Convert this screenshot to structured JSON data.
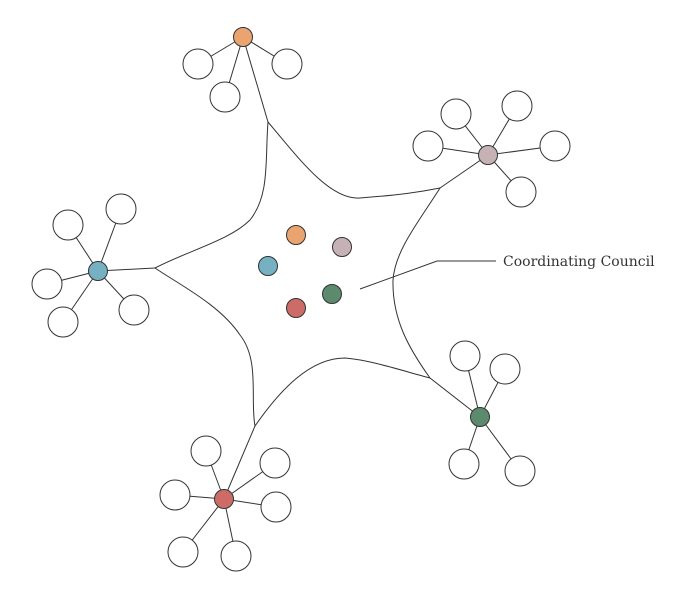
{
  "diagram": {
    "label": "Coordinating Council",
    "colors": {
      "stroke": "#333333",
      "outer_node_fill": "#ffffff",
      "orange": "#e9a46f",
      "mauve": "#c6b2b4",
      "blue": "#75b0c3",
      "red": "#cd6b66",
      "green": "#5c8a6c"
    },
    "clusters": [
      {
        "name": "orange-cluster",
        "hub_color": "orange",
        "satellites": 3
      },
      {
        "name": "mauve-cluster",
        "hub_color": "mauve",
        "satellites": 5
      },
      {
        "name": "blue-cluster",
        "hub_color": "blue",
        "satellites": 5
      },
      {
        "name": "green-cluster",
        "hub_color": "green",
        "satellites": 4
      },
      {
        "name": "red-cluster",
        "hub_color": "red",
        "satellites": 6
      }
    ],
    "council_members": [
      "orange",
      "mauve",
      "blue",
      "green",
      "red"
    ]
  }
}
